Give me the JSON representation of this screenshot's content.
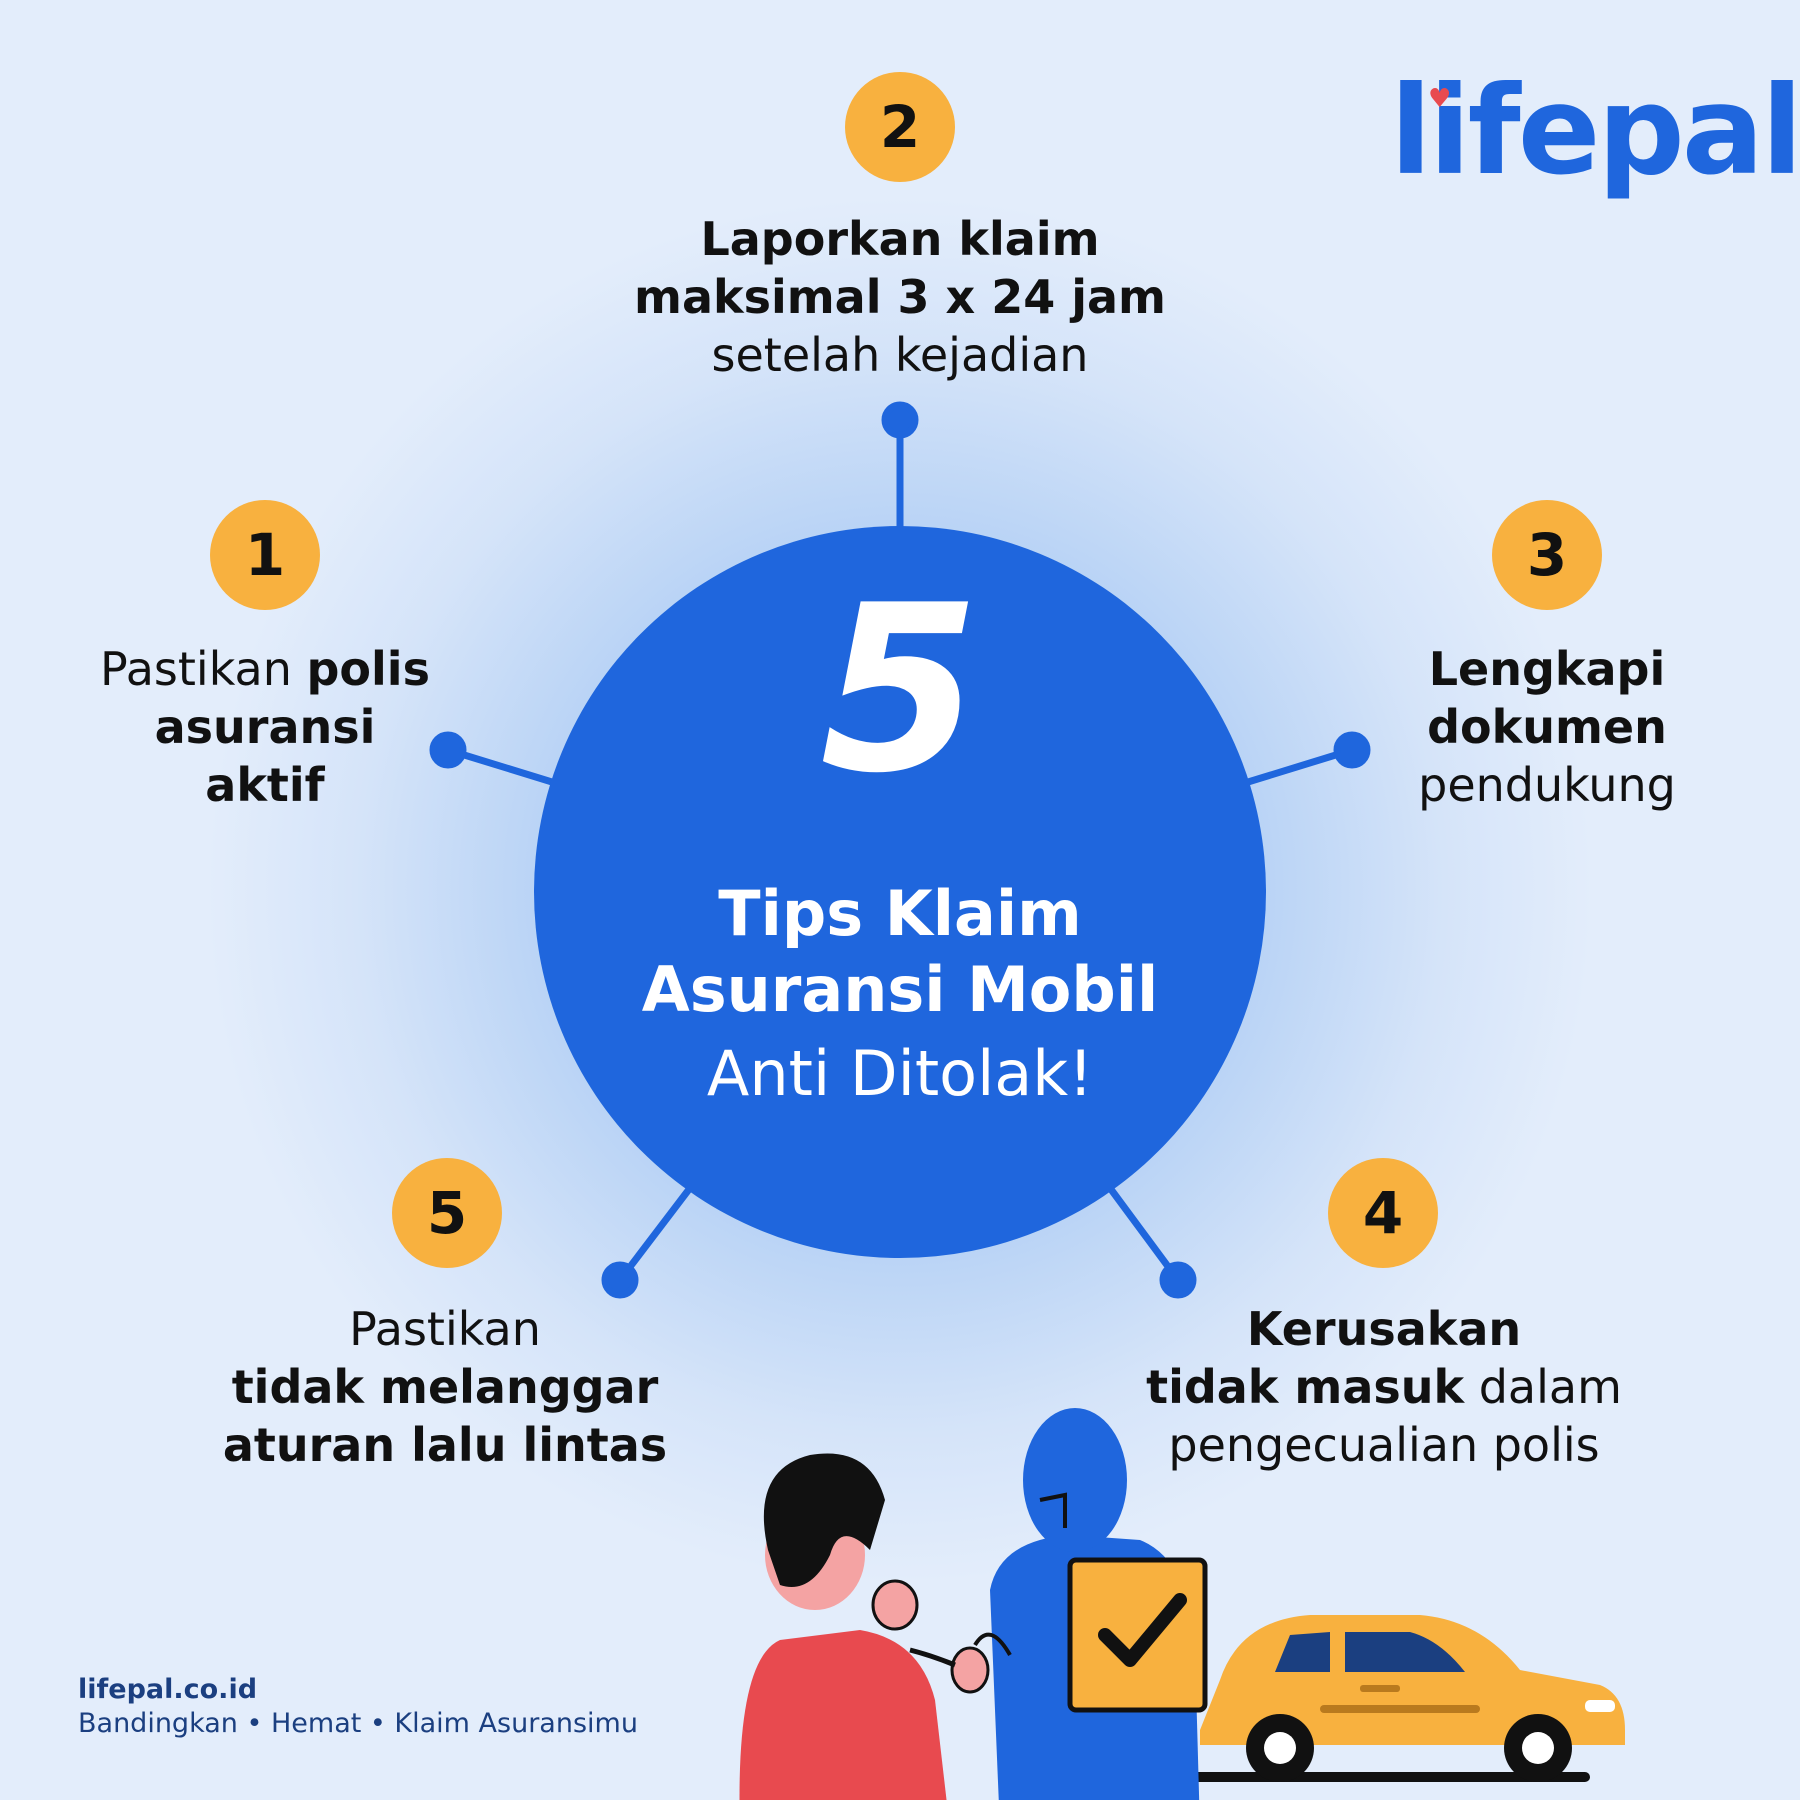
{
  "brand": {
    "logo_text": "lifepal",
    "logo_color": "#1f66dd",
    "heart_color": "#e84a4f",
    "website": "lifepal.co.id",
    "tagline": "Bandingkan • Hemat • Klaim Asuransimu"
  },
  "center": {
    "number": "5",
    "title_line1": "Tips Klaim",
    "title_line2": "Asuransi Mobil",
    "subtitle": "Anti Ditolak!",
    "color": "#1f66dd"
  },
  "badge_color": "#f8b13f",
  "tips": [
    {
      "number": "1",
      "text_plain_1": "Pastikan ",
      "text_bold_1": "polis",
      "text_bold_2": "asuransi",
      "text_bold_3": "aktif"
    },
    {
      "number": "2",
      "text_bold_1": "Laporkan klaim",
      "text_bold_2": "maksimal 3 x 24 jam",
      "text_plain_1": "setelah kejadian"
    },
    {
      "number": "3",
      "text_bold_1": "Lengkapi",
      "text_bold_2": "dokumen",
      "text_plain_1": "pendukung"
    },
    {
      "number": "4",
      "text_bold_1": "Kerusakan",
      "text_bold_2": "tidak masuk",
      "text_plain_1": " dalam",
      "text_plain_2": "pengecualian polis"
    },
    {
      "number": "5",
      "text_plain_1": "Pastikan",
      "text_bold_1": "tidak melanggar",
      "text_bold_2": "aturan lalu lintas"
    }
  ]
}
